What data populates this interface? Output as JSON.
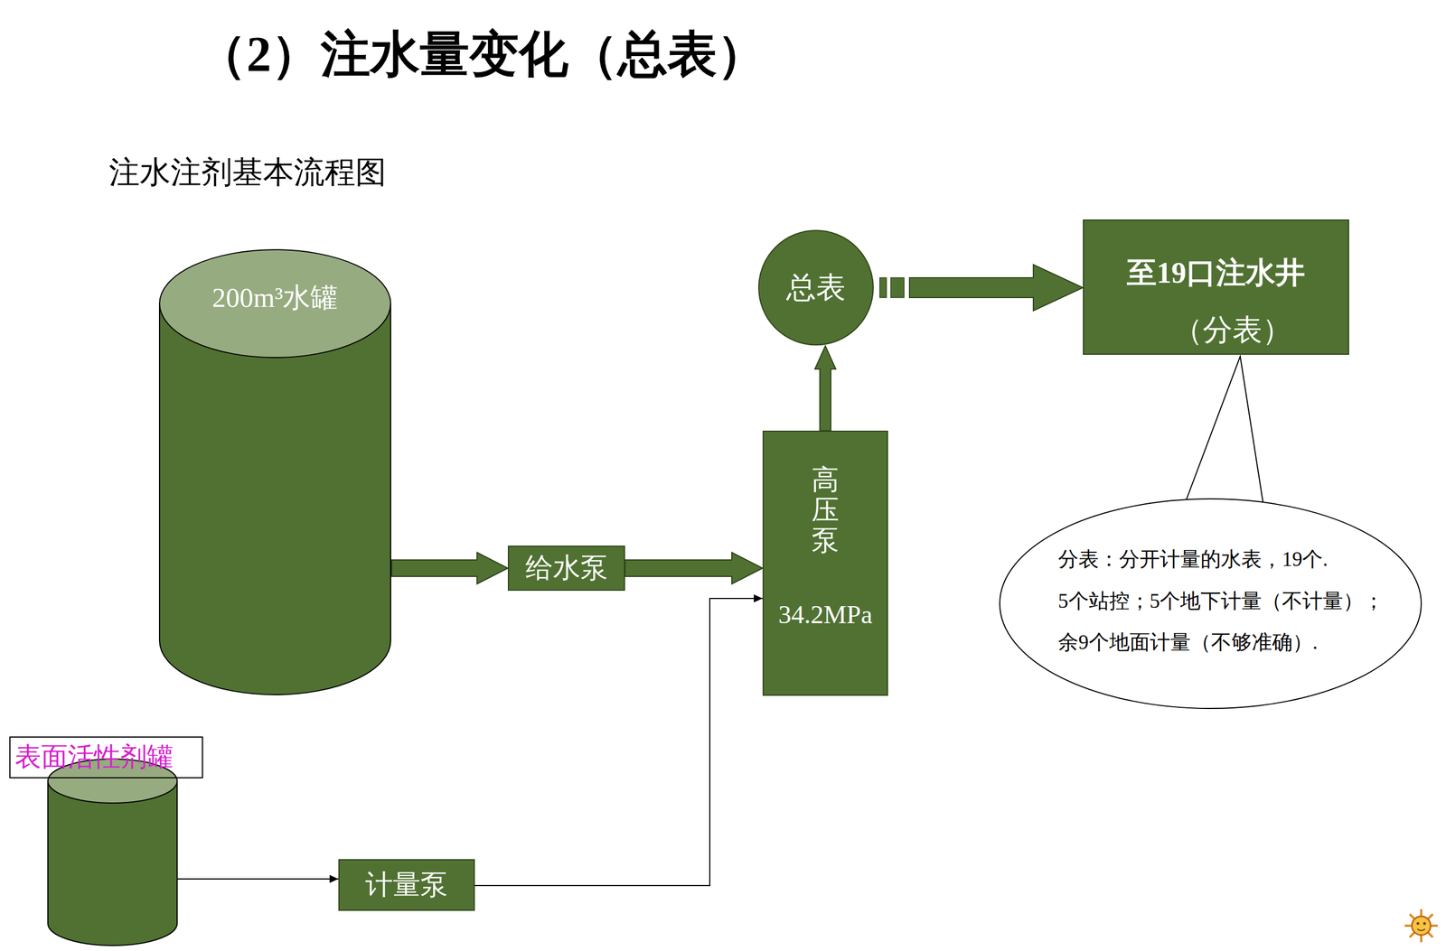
{
  "diagram": {
    "title": "（2）注水量变化（总表）",
    "nodes": [
      {
        "text": [
          "200m³水罐"
        ]
      },
      {
        "text": [
          "给水泵"
        ]
      },
      {
        "text": [
          "高压泵",
          "34.2MPa"
        ]
      },
      {
        "text": [
          "总表"
        ]
      },
      {
        "text": [
          "至19口注水井",
          "（分表）"
        ]
      },
      {
        "text": [
          "分表：分开计量的水表，19个.",
          "5个站控；5个地下计量（不计量）；",
          "余9个地面计量（不够准确）."
        ]
      },
      {
        "text": [
          "表面活性剂罐"
        ]
      },
      {
        "text": [
          "计量泵"
        ]
      }
    ],
    "edges": [
      {
        "from": 0,
        "to": 1,
        "arrow": "to"
      },
      {
        "from": 1,
        "to": 2,
        "arrow": "to"
      },
      {
        "from": 2,
        "to": 3,
        "arrow": "to"
      },
      {
        "from": 3,
        "to": 4,
        "arrow": "to"
      },
      {
        "from": 6,
        "to": 7,
        "arrow": "to"
      },
      {
        "from": 7,
        "to": 2,
        "arrow": "to"
      }
    ],
    "labels": [
      "注水注剂基本流程图"
    ]
  }
}
